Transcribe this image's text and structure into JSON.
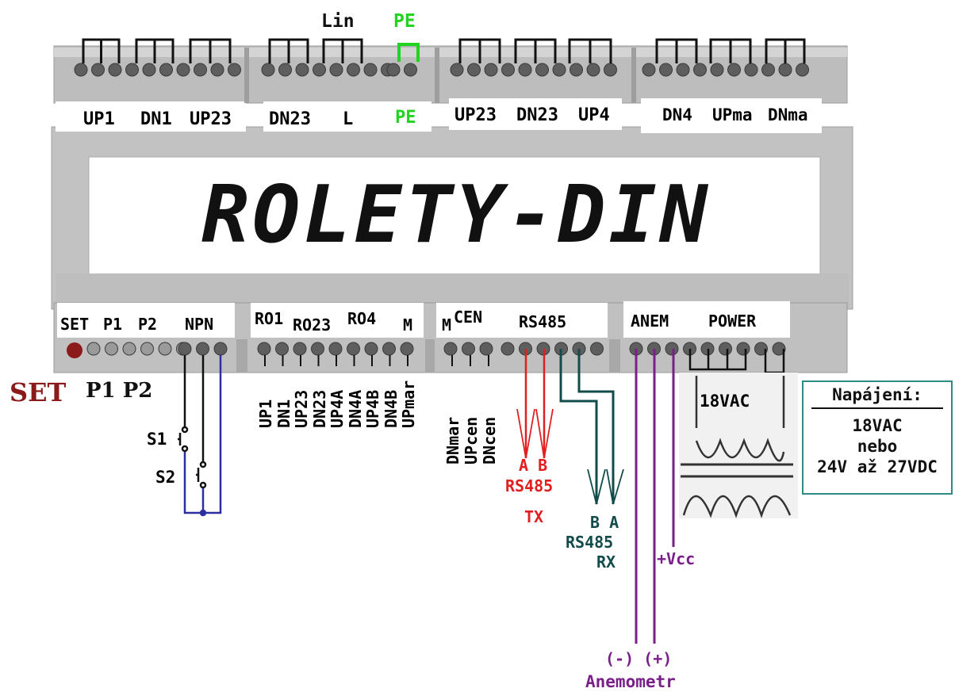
{
  "colors": {
    "red": "#e02020",
    "teal": "#124c4a",
    "purple": "#7a1f8a",
    "green": "#22d322",
    "navy": "#2b2fa0",
    "set_red": "#8b1a1a",
    "box_border": "#2e8b84"
  },
  "device": {
    "title": "ROLETY-DIN",
    "top_labels": {
      "lin": "Lin",
      "pe_top": "PE",
      "block1": [
        "UP1",
        "DN1",
        "UP23"
      ],
      "block2": [
        "DN23",
        "L",
        "PE"
      ],
      "block3": [
        "UP23",
        "DN23",
        "UP4"
      ],
      "block4": [
        "DN4",
        "UPma",
        "DNma"
      ]
    },
    "bottom_labels": {
      "block1": [
        "SET",
        "P1",
        "P2",
        "NPN"
      ],
      "block2": [
        "RO1",
        "RO23",
        "RO4",
        "M"
      ],
      "block3": [
        "M",
        "CEN",
        "RS485"
      ],
      "block4": [
        "ANEM",
        "POWER"
      ]
    }
  },
  "lower_left": {
    "set": "SET",
    "p1p2": "P1 P2",
    "s1": "S1",
    "s2": "S2"
  },
  "relay_outputs": [
    "UP1",
    "DN1",
    "UP23",
    "DN23",
    "UP4A",
    "DN4A",
    "UP4B",
    "DN4B",
    "UPmar"
  ],
  "cen_outputs": [
    "DNmar",
    "UPcen",
    "DNcen"
  ],
  "rs485_tx": {
    "ab": "A B",
    "name": "RS485",
    "dir": "TX"
  },
  "rs485_rx": {
    "ba": "B A",
    "name": "RS485",
    "dir": "RX"
  },
  "vcc": "+Vcc",
  "anemometer": {
    "polarity": "(-) (+)",
    "name": "Anemometr"
  },
  "transformer": {
    "label": "18VAC"
  },
  "power_box": {
    "title": "Napájení:",
    "line1": "18VAC",
    "line2": "nebo",
    "line3": "24V až 27VDC"
  }
}
